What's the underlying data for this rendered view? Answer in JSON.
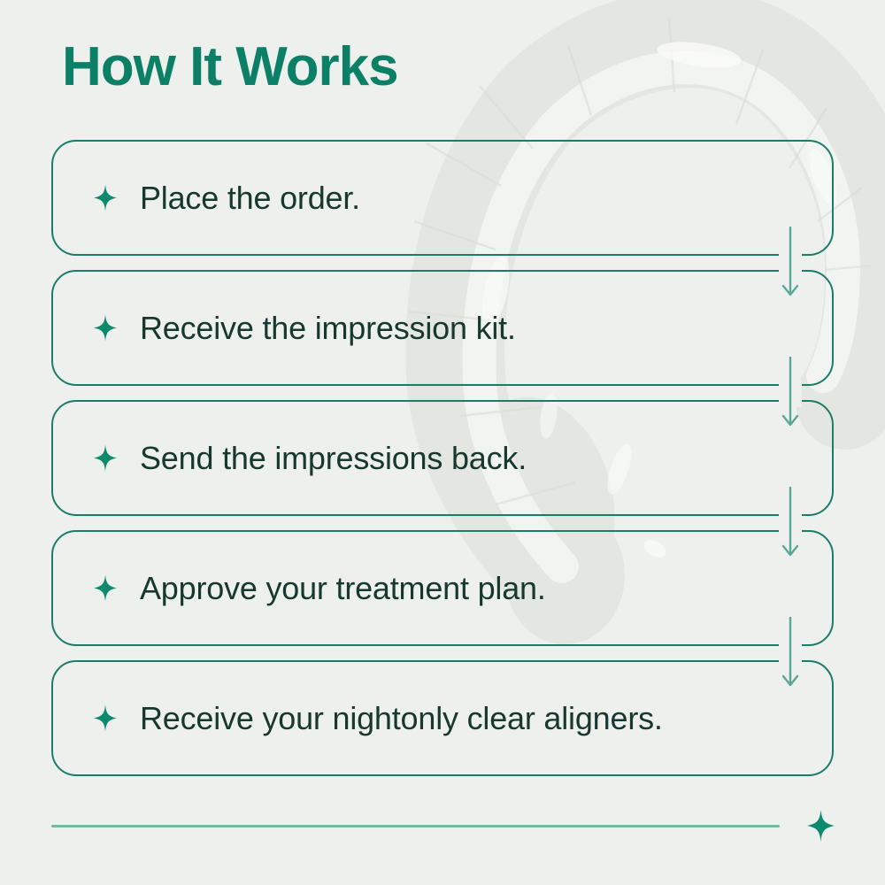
{
  "title": "How It Works",
  "steps": [
    {
      "label": "Place the order.",
      "icon": "sparkle-icon"
    },
    {
      "label": "Receive the impression kit.",
      "icon": "sparkle-icon"
    },
    {
      "label": "Send the impressions back.",
      "icon": "sparkle-icon"
    },
    {
      "label": "Approve your treatment plan.",
      "icon": "sparkle-icon"
    },
    {
      "label": "Receive your nightonly clear aligners.",
      "icon": "sparkle-icon"
    }
  ],
  "connectors": {
    "icon": "arrow-down-icon",
    "count": 4
  },
  "footer": {
    "divider": "horizontal-rule",
    "icon": "sparkle-icon"
  },
  "background": {
    "image": "clear-aligner-photo"
  },
  "colors": {
    "background": "#eef0ee",
    "title": "#0c8066",
    "box_border": "#1b7c67",
    "step_text": "#16382e",
    "sparkle": "#0d8a6e",
    "arrow": "#5ba796",
    "rule": "#7ab5a6",
    "diamond": "#0b8a6d"
  }
}
